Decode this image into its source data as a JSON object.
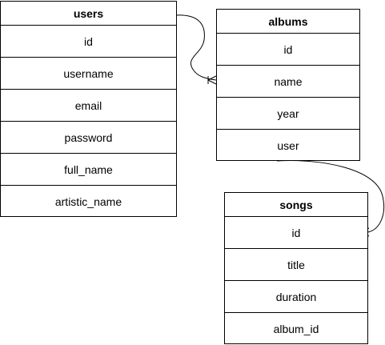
{
  "tables": {
    "users": {
      "name": "users",
      "fields": [
        "id",
        "username",
        "email",
        "password",
        "full_name",
        "artistic_name"
      ]
    },
    "albums": {
      "name": "albums",
      "fields": [
        "id",
        "name",
        "year",
        "user"
      ]
    },
    "songs": {
      "name": "songs",
      "fields": [
        "id",
        "title",
        "duration",
        "album_id"
      ]
    }
  },
  "relationships": [
    {
      "from": "users",
      "to": "albums.name",
      "cardinality": "one-to-many"
    },
    {
      "from": "albums.user",
      "to": "songs.id",
      "cardinality": "one-to-many"
    }
  ]
}
